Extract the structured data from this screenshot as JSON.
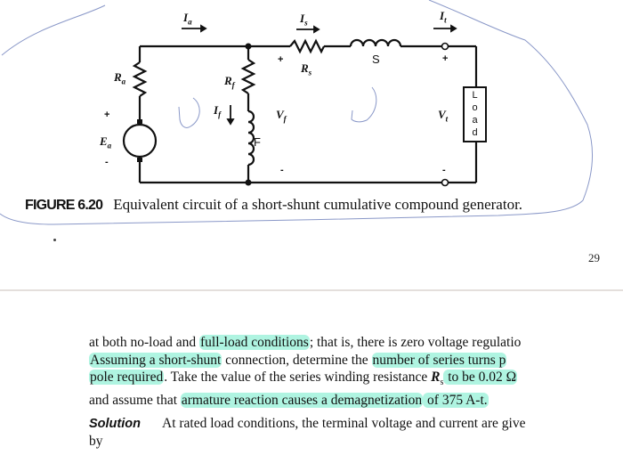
{
  "figure": {
    "number": "FIGURE 6.20",
    "caption": "Equivalent circuit of a short-shunt cumulative compound generator.",
    "labels": {
      "Ia": {
        "main": "I",
        "sub": "a"
      },
      "Is": {
        "main": "I",
        "sub": "s"
      },
      "It": {
        "main": "I",
        "sub": "t"
      },
      "Ra": {
        "main": "R",
        "sub": "a"
      },
      "Rf": {
        "main": "R",
        "sub": "f"
      },
      "If": {
        "main": "I",
        "sub": "f"
      },
      "Rs": {
        "main": "R",
        "sub": "s"
      },
      "Vf": {
        "main": "V",
        "sub": "f"
      },
      "Vt": {
        "main": "V",
        "sub": "t"
      },
      "Ea": {
        "main": "E",
        "sub": "a"
      },
      "F": "F",
      "S": "S",
      "plus": "+",
      "minus": "-",
      "load_letters": [
        "L",
        "o",
        "a",
        "d"
      ]
    }
  },
  "page_number": "29",
  "body": {
    "lines": [
      {
        "segments": [
          {
            "text": "at both no-load and ",
            "hl": false
          },
          {
            "text": "full-load conditions",
            "hl": true
          },
          {
            "text": "; that is, there is zero voltage regulatio",
            "hl": false
          }
        ]
      },
      {
        "segments": [
          {
            "text": "Assuming a short-shunt",
            "hl": true
          },
          {
            "text": " connection, determine the ",
            "hl": false
          },
          {
            "text": "number of series turns p",
            "hl": true
          }
        ]
      },
      {
        "segments": [
          {
            "text": "pole required",
            "hl": true
          },
          {
            "text": ". Take the value of the series winding resistance ",
            "hl": false
          },
          {
            "text": "R",
            "hl": false,
            "italic": true
          },
          {
            "text": "s",
            "hl": false,
            "sub": true
          },
          {
            "text": " to be 0.02 Ω",
            "hl": true
          }
        ]
      },
      {
        "segments": [
          {
            "text": "and assume that ",
            "hl": false
          },
          {
            "text": "armature reaction causes a demagnetization",
            "hl": true
          },
          {
            "text": " of 375 A-t.",
            "hl": true
          }
        ]
      }
    ],
    "solution_label": "Solution",
    "solution_text": "At rated load conditions, the terminal voltage and current are give",
    "solution_text_2": "by"
  },
  "colors": {
    "highlight": "#6eebc8",
    "pen_annotation": "#8a98c8",
    "divider": "#e4dfdc"
  }
}
